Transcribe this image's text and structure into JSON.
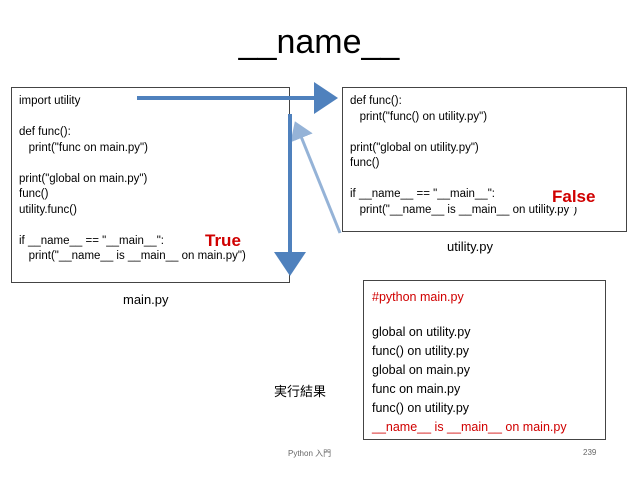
{
  "title": "__name__",
  "main_code": {
    "lines": [
      "import utility",
      "",
      "def func():",
      "   print(\"func on main.py\")",
      "",
      "print(\"global on main.py\")",
      "func()",
      "utility.func()",
      "",
      "if __name__ == \"__main__\":",
      "   print(\"__name__ is __main__ on main.py\")"
    ],
    "caption": "main.py",
    "tag": "True"
  },
  "utility_code": {
    "lines": [
      "def func():",
      "   print(\"func() on utility.py\")",
      "",
      "print(\"global on utility.py\")",
      "func()",
      "",
      "if __name__ == \"__main__\":",
      "   print(\"__name__ is __main__ on utility.py\")"
    ],
    "caption": "utility.py",
    "tag": "False"
  },
  "output": {
    "command": "#python main.py",
    "lines": [
      "global on utility.py",
      "func() on utility.py",
      "global on main.py",
      "func on main.py",
      "func() on utility.py"
    ],
    "last_line": "__name__ is __main__ on main.py"
  },
  "result_label": "実行結果",
  "footer": {
    "center": "Python 入門",
    "page": "239"
  },
  "colors": {
    "arrow": "#4f81bd",
    "highlight": "#d00000"
  }
}
